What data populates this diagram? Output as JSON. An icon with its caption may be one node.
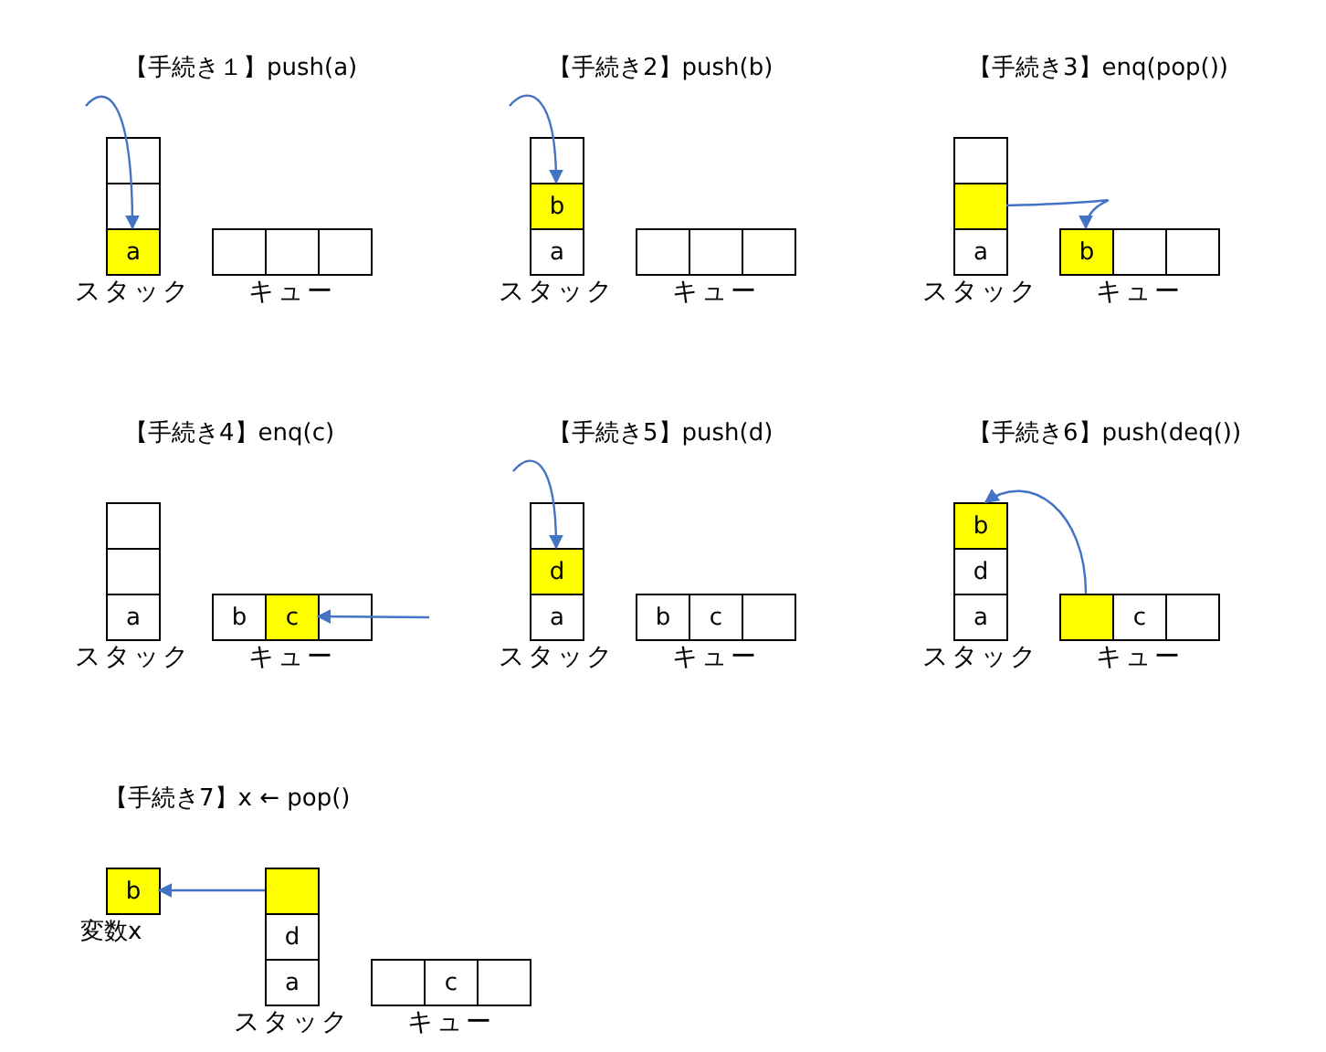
{
  "diagram": {
    "nodes": [
      {
        "text": [],
        "shape": "box"
      },
      {
        "text": [],
        "shape": "box"
      },
      {
        "text": [
          "a"
        ]
      },
      {
        "text": [],
        "shape": "box"
      },
      {
        "text": [],
        "shape": "box"
      },
      {
        "text": [],
        "shape": "box"
      },
      {
        "text": [],
        "shape": "box"
      },
      {
        "text": [
          "b"
        ]
      },
      {
        "text": [
          "a"
        ]
      },
      {
        "text": [],
        "shape": "box"
      },
      {
        "text": [],
        "shape": "box"
      },
      {
        "text": [],
        "shape": "box"
      },
      {
        "text": [],
        "shape": "box"
      },
      {
        "text": [],
        "shape": "box"
      },
      {
        "text": [
          "a"
        ]
      },
      {
        "text": [
          "b"
        ]
      },
      {
        "text": [],
        "shape": "box"
      },
      {
        "text": [],
        "shape": "box"
      },
      {
        "text": [],
        "shape": "box"
      },
      {
        "text": [],
        "shape": "box"
      },
      {
        "text": [
          "a"
        ]
      },
      {
        "text": [
          "b"
        ]
      },
      {
        "text": [
          "c"
        ]
      },
      {
        "text": [],
        "shape": "box"
      },
      {
        "text": [],
        "shape": "box"
      },
      {
        "text": [
          "d"
        ]
      },
      {
        "text": [
          "a"
        ]
      },
      {
        "text": [
          "b"
        ]
      },
      {
        "text": [
          "c"
        ]
      },
      {
        "text": [],
        "shape": "box"
      },
      {
        "text": [
          "b"
        ]
      },
      {
        "text": [
          "d"
        ]
      },
      {
        "text": [
          "a"
        ]
      },
      {
        "text": [],
        "shape": "box"
      },
      {
        "text": [
          "c"
        ]
      },
      {
        "text": [],
        "shape": "box"
      },
      {
        "text": [
          "b"
        ],
        "beside": [
          "変数x"
        ]
      },
      {
        "text": [],
        "shape": "box"
      },
      {
        "text": [
          "d"
        ]
      },
      {
        "text": [
          "a"
        ]
      },
      {
        "text": [],
        "shape": "box"
      },
      {
        "text": [
          "c"
        ]
      },
      {
        "text": [],
        "shape": "box"
      }
    ],
    "edges": [
      {
        "from": null,
        "to": 2,
        "arrow": "to"
      },
      {
        "from": null,
        "to": 7,
        "arrow": "to"
      },
      {
        "from": 13,
        "to": 15,
        "arrow": "to"
      },
      {
        "from": null,
        "to": 22,
        "arrow": "to"
      },
      {
        "from": null,
        "to": 25,
        "arrow": "to"
      },
      {
        "from": 33,
        "to": 30,
        "arrow": "to"
      },
      {
        "from": 37,
        "to": 36,
        "arrow": "to"
      }
    ],
    "labels": [
      "【手続き１】push(a)",
      "【手続き2】push(b)",
      "【手続き3】enq(pop())",
      "スタック",
      "キュー",
      "スタック",
      "キュー",
      "スタック",
      "キュー",
      "【手続き4】enq(c)",
      "【手続き5】push(d)",
      "【手続き6】push(deq())",
      "スタック",
      "キュー",
      "スタック",
      "キュー",
      "スタック",
      "キュー",
      "【手続き7】x ← pop()",
      "スタック",
      "キュー"
    ]
  }
}
